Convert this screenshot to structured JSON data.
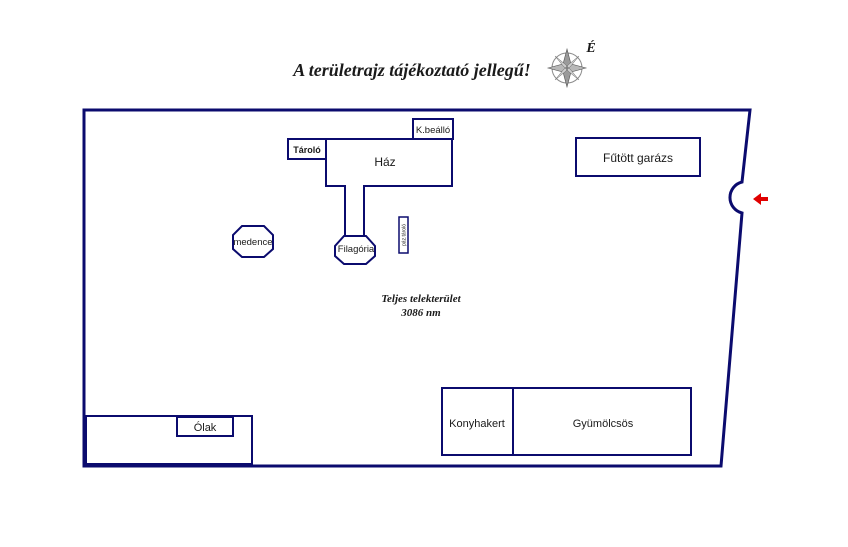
{
  "title": "A területrajz tájékoztató jellegű!",
  "compass": {
    "north_label": "É",
    "icon": "compass-rose-icon"
  },
  "entrance": {
    "icon": "red-arrow-left-icon",
    "color": "#e00000"
  },
  "buildings": {
    "haz": "Ház",
    "tarolo": "Tároló",
    "kbeallo": "K.beálló",
    "futott_garazs": "Fűtött garázs",
    "medence": "medence",
    "filagoria": "Filagória",
    "paz_tarolo": "páz.tároló",
    "olak": "Ólak",
    "konyhakert": "Konyhakert",
    "gyumolcsos": "Gyümölcsös"
  },
  "area": {
    "label": "Teljes telekterület",
    "value": "3086 nm"
  },
  "colors": {
    "outline": "#0b0b6e",
    "arrow": "#e00000"
  }
}
